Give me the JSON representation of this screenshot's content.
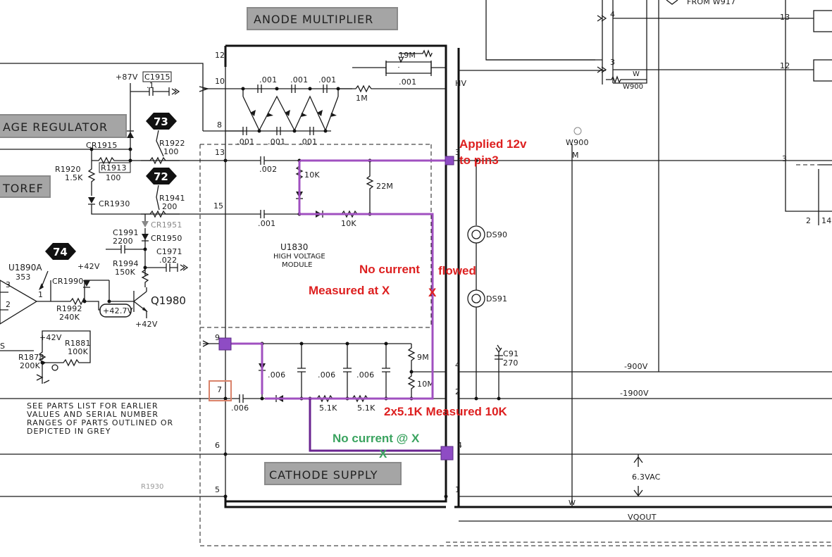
{
  "headers": {
    "anode_multiplier": "ANODE MULTIPLIER",
    "cathode_supply": "CATHODE SUPPLY",
    "voltage_regulator": "AGE REGULATOR",
    "detector": "TOREF"
  },
  "test_points": {
    "tp73": "73",
    "tp72": "72",
    "tp74": "74"
  },
  "components": {
    "c1915": "C1915",
    "c1915_val": ".1",
    "v87": "+87V",
    "cr1915": "CR1915",
    "r1922": "R1922",
    "r1922_val": "100",
    "r1920": "R1920",
    "r1920_val": "1.5K",
    "r1913": "R1913",
    "r1913_val": "100",
    "cr1930": "CR1930",
    "r1941": "R1941",
    "r1941_val": "200",
    "cr1951": "CR1951",
    "c1991": "C1991",
    "c1991_val": "2200",
    "cr1950": "CR1950",
    "c1971": "C1971",
    "c1971_val": ".022",
    "r1994": "R1994",
    "r1994_val": "150K",
    "u1890a": "U1890A",
    "u1890a_val": "353",
    "v42a": "+42V",
    "cr1990": "CR1990",
    "r1992": "R1992",
    "r1992_val": "240K",
    "v42tag": "+42.7V",
    "q1980": "Q1980",
    "v42b": "+42V",
    "v42c": "+42V",
    "r1881": "R1881",
    "r1881_val": "100K",
    "r1878": "R1878",
    "r1878_val": "200K",
    "cap001a": ".001",
    "cap001b": ".001",
    "cap001c": ".001",
    "r19m": "19M",
    "cap001d": ".001",
    "r1m": "1M",
    "cap001e": ".001",
    "cap001f": ".001",
    "cap001g": ".001",
    "cap002": ".002",
    "r10k_a": "10K",
    "r22m": "22M",
    "cap001h": ".001",
    "r10k_b": "10K",
    "u1830": "U1830",
    "u1830_line1": "HIGH VOLTAGE",
    "u1830_line2": "MODULE",
    "cap006a": ".006",
    "cap006b": ".006",
    "cap006c": ".006",
    "r9m": "9M",
    "r10m": "10M",
    "cap006d": ".006",
    "r51k_a": "5.1K",
    "r51k_b": "5.1K",
    "hv": "HV",
    "ds90": "DS90",
    "ds91": "DS91",
    "c91": "C91",
    "c91_val": "270",
    "v900": "-900V",
    "v1900": "-1900V",
    "vac63": "6.3VAC",
    "vqout": "VQOUT",
    "w900": "W900",
    "w900b": "W900",
    "w900m": "M",
    "w917": "FROM  W917",
    "w_lbl": "W",
    "w_lbl2": "W",
    "pin13_right": "13",
    "pin12_right": "12",
    "pin3_right": "3",
    "pin2_right": "2",
    "pin14_right": "14",
    "inv_pin": "2",
    "noninv_pin": "3",
    "out_pin": "1",
    "pin_r4": "4",
    "pin_r3": "3",
    "r1930_grey": "R1930"
  },
  "pins_left": {
    "p12": "12",
    "p10": "10",
    "p8": "8",
    "p13": "13",
    "p15": "15",
    "p9": "9",
    "p7": "7",
    "p6": "6",
    "p5": "5"
  },
  "pins_right": {
    "p3": "3",
    "p4": "4",
    "p2": "2",
    "p4b": "4",
    "p1": "1"
  },
  "notes": {
    "line1": "SEE PARTS LIST FOR EARLIER",
    "line2": "VALUES AND SERIAL NUMBER",
    "line3": "RANGES OF PARTS OUTLINED OR",
    "line4": "DEPICTED IN GREY",
    "fragment": "S"
  },
  "annotations": {
    "applied_line1": "Applied 12v",
    "applied_line2": "to pin3",
    "no_current": "No current",
    "flowed": "flowed",
    "measured_x": "Measured at X",
    "x_mark_red": "X",
    "measured_10k": "2x5.1K Measured 10K",
    "no_current_at_x": "No current @ X",
    "x_mark_green": "X"
  },
  "colors": {
    "ink": "#1a1a1a",
    "annotation_red": "#dd1f1f",
    "annotation_green": "#3aa35f",
    "trace_purple": "#a050c0",
    "trace_dark_purple": "#6a2490",
    "marker_fill": "#8e4cc4",
    "pin7_box": "#d9826a",
    "header_bg": "#8a8a8a"
  }
}
